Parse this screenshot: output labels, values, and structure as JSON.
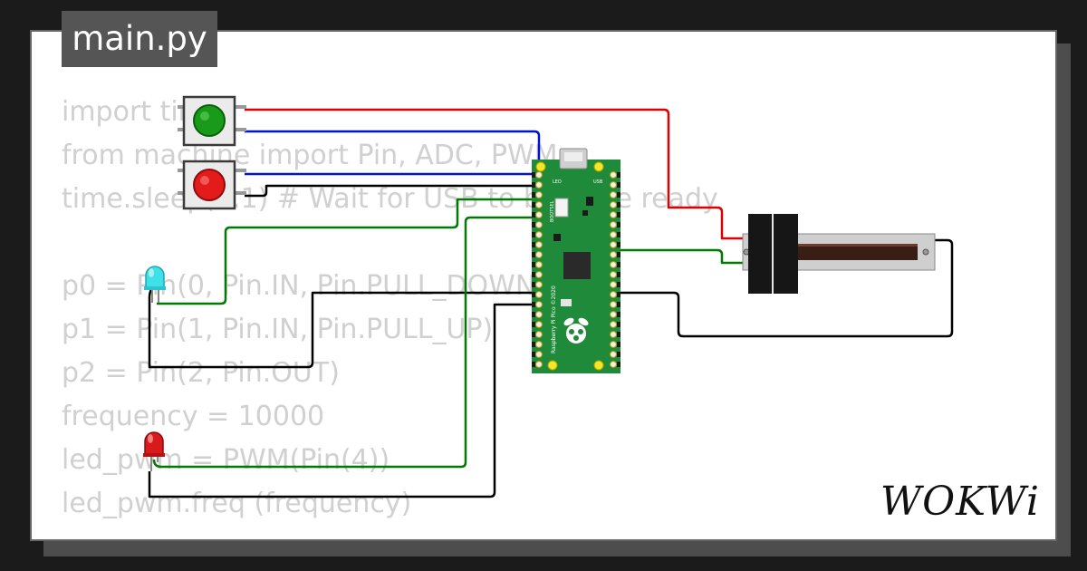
{
  "tab": {
    "filename": "main.py"
  },
  "code_lines": [
    "import time",
    "from machine import Pin, ADC, PWM",
    "time.sleep(0.1) # Wait for USB to become ready",
    "",
    "p0 = Pin(0, Pin.IN, Pin.PULL_DOWN)",
    "p1 = Pin(1, Pin.IN, Pin.PULL_UP)",
    "p2 = Pin(2, Pin.OUT)",
    "frequency = 10000",
    "led_pwm = PWM(Pin(4))",
    "led_pwm.freq (frequency)"
  ],
  "board": {
    "label_led": "LED",
    "label_usb": "USB",
    "label_bootsel": "BOOTSEL",
    "label_name": "Raspberry Pi Pico ©2020"
  },
  "components": {
    "button_green_color": "#1a9a1a",
    "button_red_color": "#e31b1b",
    "led_cyan_color": "#3fe0e8",
    "led_red_color": "#d81a1a",
    "board_color": "#1f8a3a"
  },
  "wire_colors": {
    "red": "#e00000",
    "blue": "#0014d0",
    "green": "#007a00",
    "black": "#000000"
  },
  "brand": {
    "logo": "WOKWi"
  }
}
